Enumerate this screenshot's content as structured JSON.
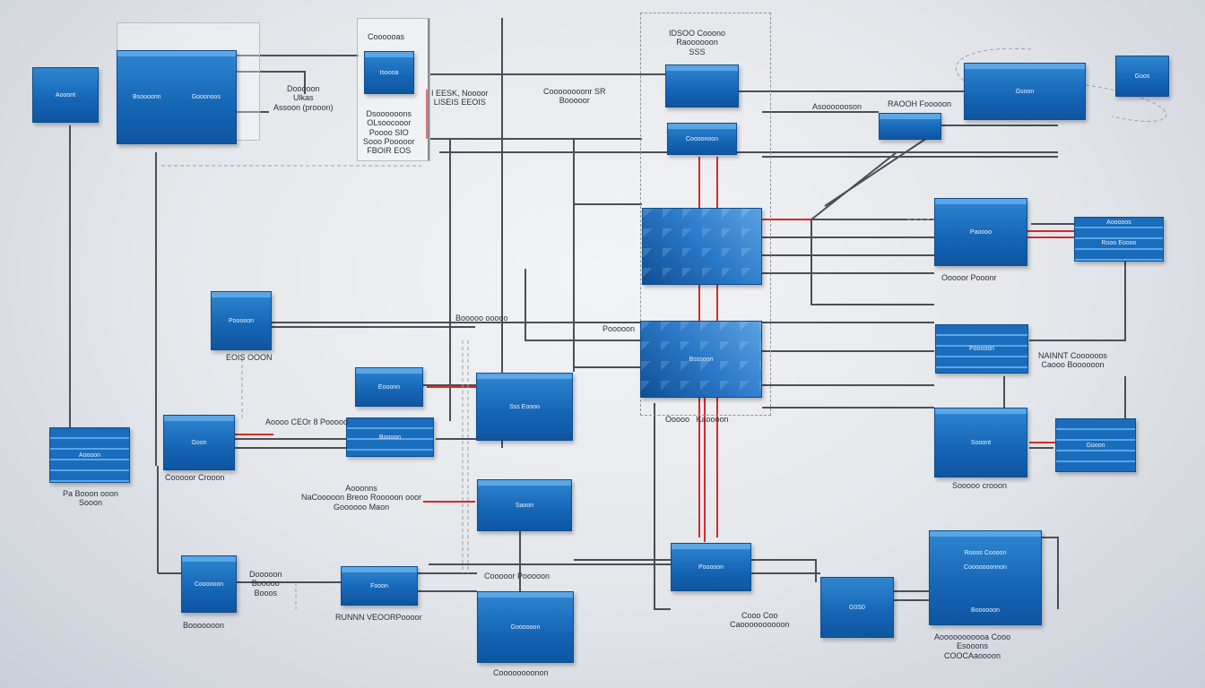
{
  "colors": {
    "box": "#1565b5",
    "box_highlight": "#5aa6e6",
    "wire": "#4a4f57",
    "wire_red": "#d42a2a",
    "background": "#e3e6ea"
  },
  "boxes": [
    "Aooont",
    "Bsoooonn",
    "Gooonoos",
    "Isoooa",
    "",
    "Coooonoon",
    "Gsoon",
    "Goos",
    "",
    "",
    "Bsssoon",
    "Paoooo",
    "Aooooos",
    "Pooooon",
    "Sooont",
    "Gooon",
    "Pooooon",
    "Eooonn",
    "Sss Eoooo",
    "Boooon",
    "Goon",
    "Aoooon",
    "Saoon",
    "Coooooon",
    "Fooon",
    "Goooooon",
    "Pooooon",
    "G0S0",
    "Boooooon",
    "Rooos Coooon",
    "Cooooooonnon",
    "Rooo Eoooo"
  ],
  "labels": [
    "Coooooas",
    "Dooooon\nUlkas\nAssoon (prooon)",
    "Dsoooooons\nOLsoocooor\nPoooo SIO\nSooo Pooooor\nFBOIR EOS",
    "I EESK, Noooor\nLISEIS EEOIS",
    "Coooooooonr SR\nBooooor",
    "IDSOO Cooono\nRaoooooon\nSSS",
    "Asooooooson",
    "RAOOH Fooooon",
    "Ooooor Pooonr",
    "EOIS OOON",
    "Booooo ooooo",
    "Pooooon",
    "Ooooo   Kaoooon",
    "NAINNT Coooooos\nCaooo Boooooon",
    "Aoooo CEOr 8 Pooooo",
    "Cooooor Crooon",
    "Aooonns\nNaCooooon Breoo Rooooon ooor\nGoooooo Maon",
    "Pa Booon ooon\nSooon",
    "Sooooo crooon",
    "Cooooor Pooooon",
    "Dooooon\nBooooo\nBooos",
    "RUNNN VEOORPoooor",
    "Booooooon",
    "Coooooooonon",
    "Cooo Coo\nCaoooooooooon",
    "Aooooooooooa Cooo\nEsooons\nCOOCAaoooon"
  ]
}
